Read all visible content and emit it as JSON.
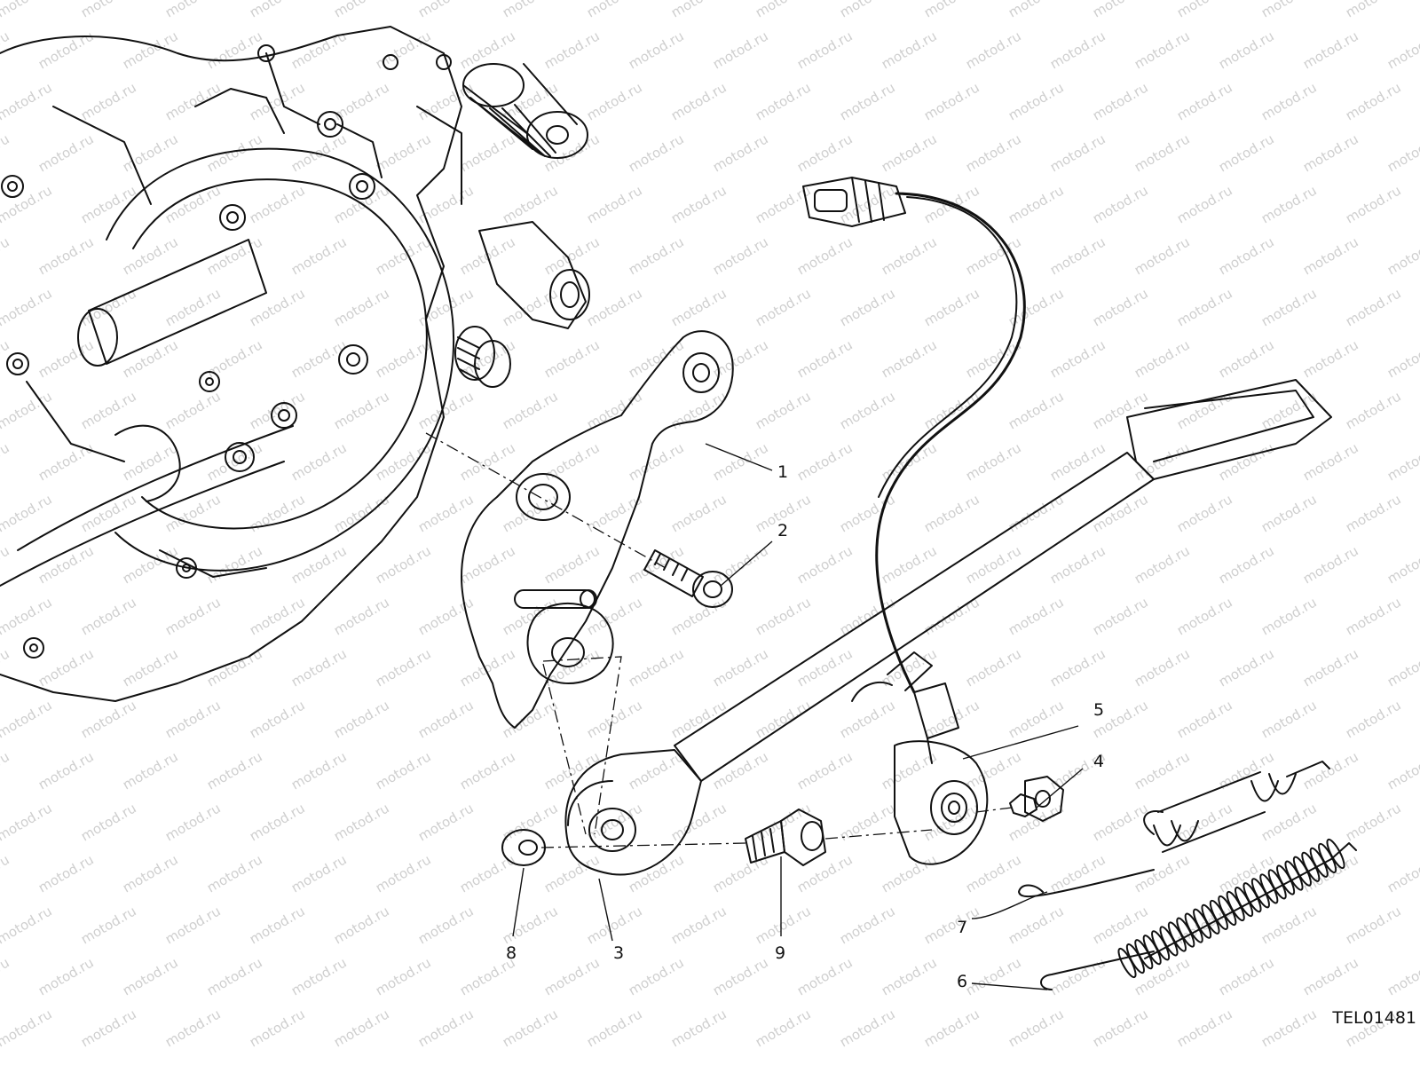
{
  "watermark": "motod.ru",
  "reference_code": "TEL01481",
  "callouts": [
    {
      "id": "1",
      "label": "1"
    },
    {
      "id": "2",
      "label": "2"
    },
    {
      "id": "3",
      "label": "3"
    },
    {
      "id": "4",
      "label": "4"
    },
    {
      "id": "5",
      "label": "5"
    },
    {
      "id": "6",
      "label": "6"
    },
    {
      "id": "7",
      "label": "7"
    },
    {
      "id": "8",
      "label": "8"
    },
    {
      "id": "9",
      "label": "9"
    }
  ]
}
